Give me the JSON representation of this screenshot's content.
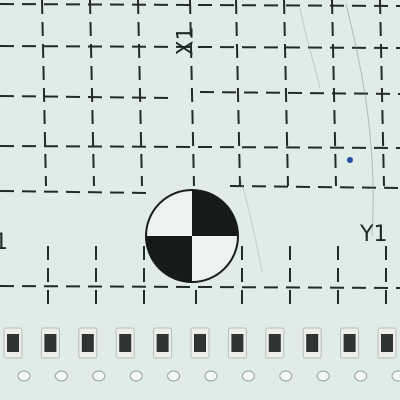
{
  "scene": {
    "background": "#dfece8",
    "grid_color": "#232b2a",
    "target_fill": "#171a1a",
    "target_light": "#edf3f1",
    "labels": {
      "x_axis": "X1",
      "y_axis": "Y1",
      "left_partial": "1"
    },
    "components": {
      "count": 11,
      "body_color": "#eeeeea",
      "pad_color": "#2e3533"
    }
  }
}
